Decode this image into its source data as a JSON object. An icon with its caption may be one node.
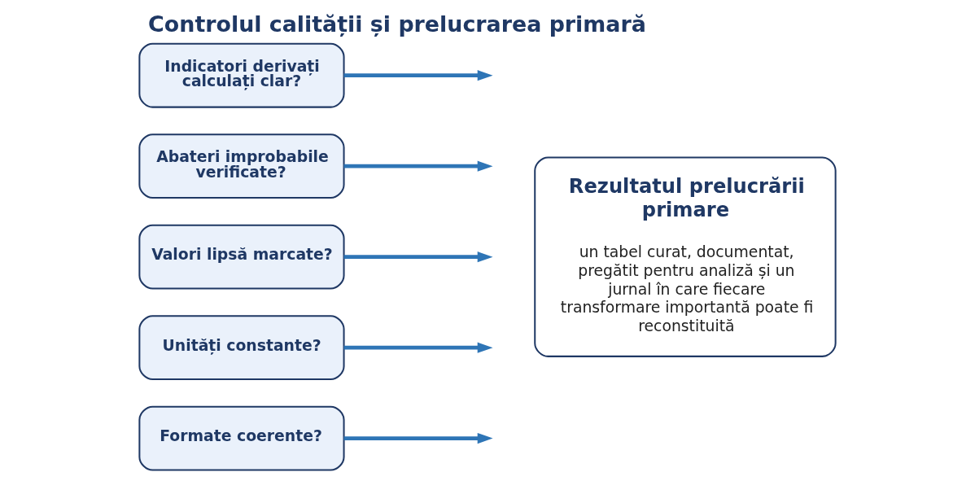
{
  "diagram": {
    "title": "Controlul calității și prelucrarea primară",
    "nodes": [
      {
        "text": [
          "Formate coerente?"
        ]
      },
      {
        "text": [
          "Unități constante?"
        ]
      },
      {
        "text": [
          "Valori lipsă marcate?"
        ]
      },
      {
        "text": [
          "Abateri improbabile verificate?"
        ]
      },
      {
        "text": [
          "Indicatori derivați calculați clar?"
        ]
      },
      {
        "text": [
          "Rezultatul prelucrării primare",
          "un tabel curat, documentat, pregătit pentru analiză și un jurnal în care fiecare transformare importantă poate fi reconstituită"
        ]
      }
    ],
    "edges": [
      {
        "from": 0,
        "to": null,
        "arrow": "to"
      },
      {
        "from": 1,
        "to": null,
        "arrow": "to"
      },
      {
        "from": 2,
        "to": null,
        "arrow": "to"
      },
      {
        "from": 3,
        "to": null,
        "arrow": "to"
      },
      {
        "from": 4,
        "to": null,
        "arrow": "to"
      }
    ]
  }
}
